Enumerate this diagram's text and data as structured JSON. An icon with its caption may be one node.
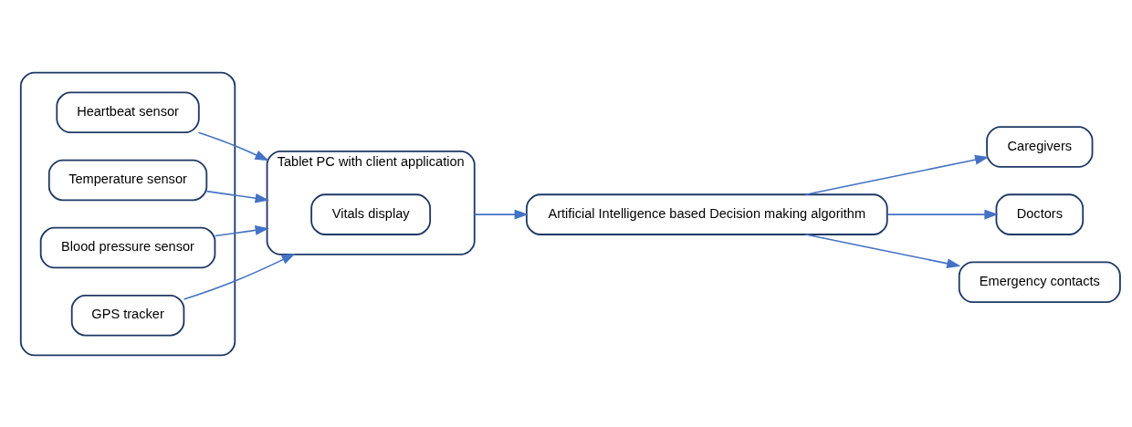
{
  "diagram": {
    "nodes": [
      {
        "text": [],
        "shape": "box"
      },
      {
        "text": [
          "Heartbeat sensor"
        ],
        "in": 0
      },
      {
        "text": [
          "Temperature sensor"
        ],
        "in": 0
      },
      {
        "text": [
          "Blood pressure sensor"
        ],
        "in": 0
      },
      {
        "text": [
          "GPS tracker"
        ],
        "in": 0
      },
      {
        "text": [
          "Tablet PC with client application"
        ]
      },
      {
        "text": [
          "Vitals display"
        ],
        "in": 5
      },
      {
        "text": [
          "Artificial Intelligence based Decision making algorithm"
        ]
      },
      {
        "text": [
          "Caregivers"
        ]
      },
      {
        "text": [
          "Doctors"
        ]
      },
      {
        "text": [
          "Emergency contacts"
        ]
      }
    ],
    "edges": [
      {
        "from": 1,
        "to": 5,
        "arrow": "to"
      },
      {
        "from": 2,
        "to": 5,
        "arrow": "to"
      },
      {
        "from": 3,
        "to": 5,
        "arrow": "to"
      },
      {
        "from": 4,
        "to": 5,
        "arrow": "to"
      },
      {
        "from": 5,
        "to": 7,
        "arrow": "to"
      },
      {
        "from": 7,
        "to": 8,
        "arrow": "to"
      },
      {
        "from": 7,
        "to": 9,
        "arrow": "to"
      },
      {
        "from": 7,
        "to": 10,
        "arrow": "to"
      }
    ]
  }
}
